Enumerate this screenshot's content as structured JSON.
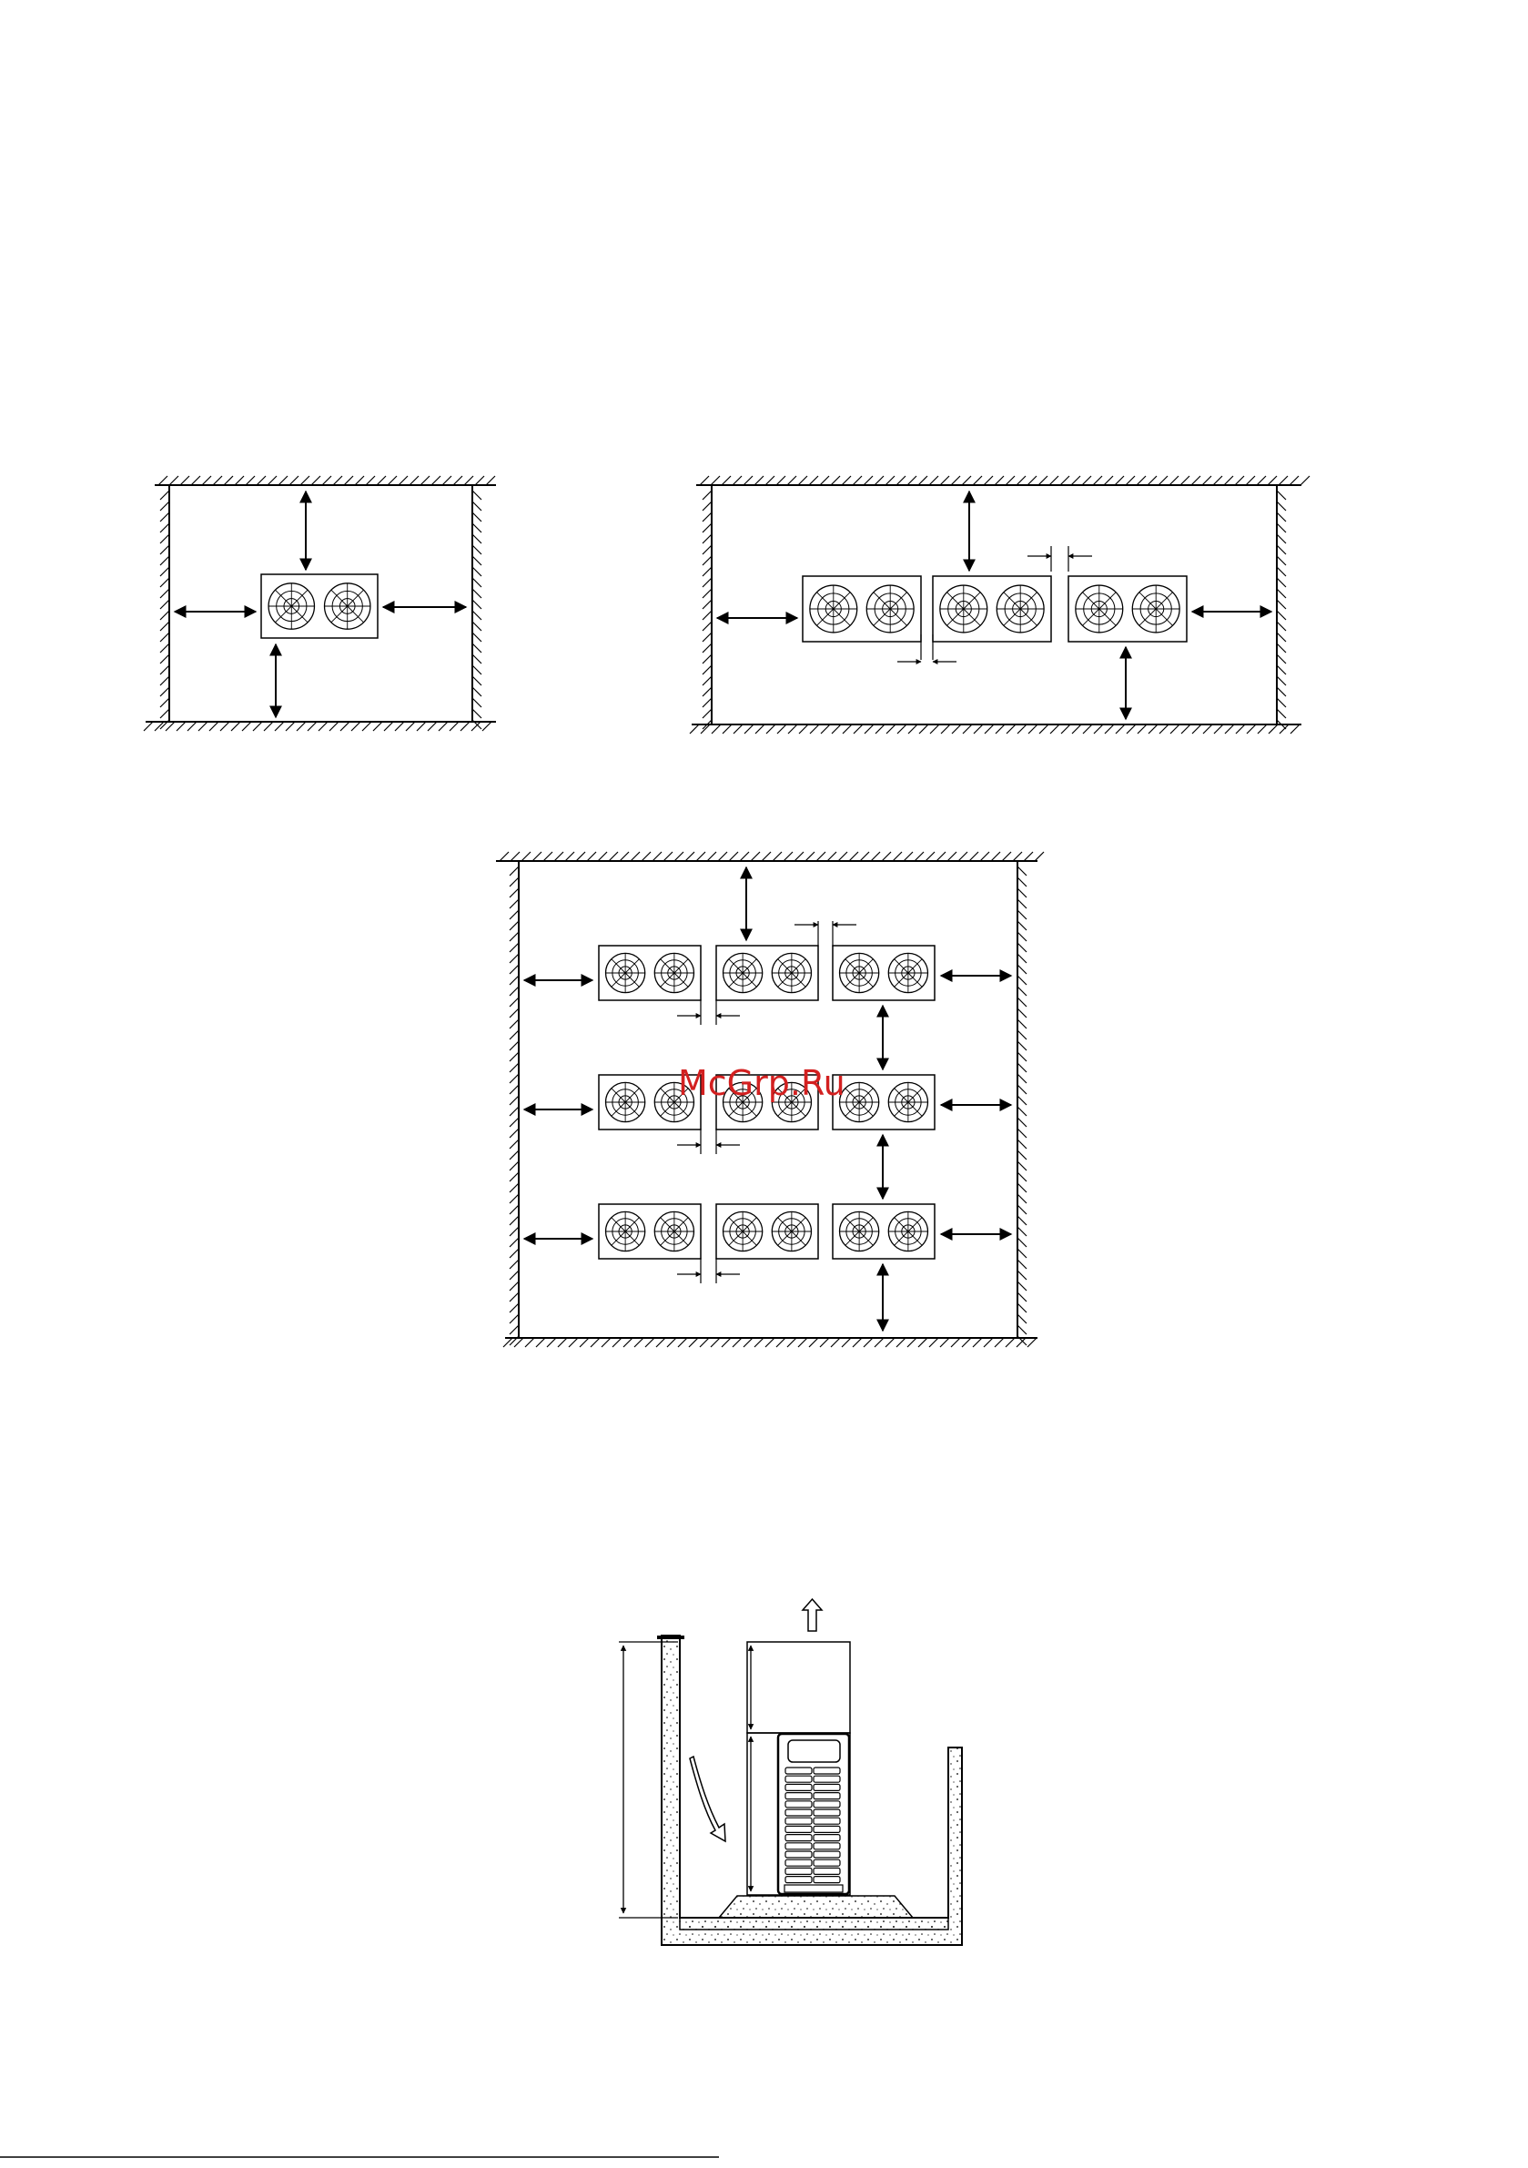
{
  "page": {
    "background": "#ffffff",
    "line_color": "#000000",
    "watermark_color": "#d32020"
  },
  "watermark": {
    "text": "McGrp.Ru"
  },
  "diagrams": [
    {
      "name": "single-unit-clearance",
      "units": 1,
      "rows": 1
    },
    {
      "name": "three-units-in-row-clearance",
      "units": 3,
      "rows": 1
    },
    {
      "name": "three-by-three-grid-clearance",
      "units": 9,
      "rows": 3
    },
    {
      "name": "pit-installation-side-view",
      "airflow_icon": "up-arrow-icon",
      "flow_icon": "curved-arrow-icon"
    }
  ]
}
